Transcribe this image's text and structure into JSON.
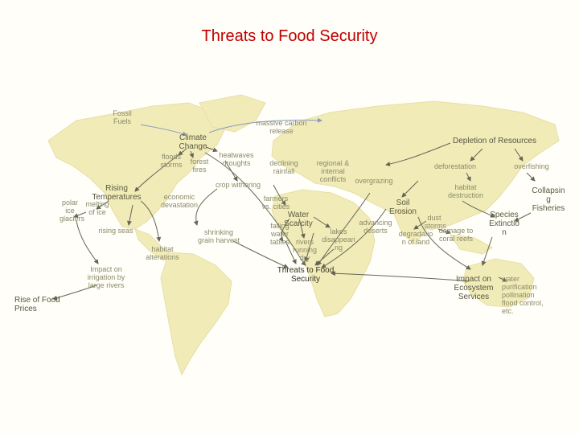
{
  "title": "Threats to Food Security",
  "nodes": {
    "fossil_fuels": "Fossil\nFuels",
    "massive_carbon": "massive carbon\nrelease",
    "climate_change": "Climate\nChange",
    "floods_storms": "floods\nstorms",
    "forest_fires": "forest\nfires",
    "heatwaves": "heatwaves\ndroughts",
    "crop_withering": "crop withering",
    "rising_temps": "Rising\nTemperatures",
    "polar_ice": "polar\nice\nglaciers",
    "melting_ice": "melting\nof ice",
    "rising_seas": "rising seas",
    "economic_devastation": "economic\ndevastation",
    "shrinking_grain": "shrinking\ngrain harvest",
    "habitat_alterations": "habitat\nalterations",
    "impact_irrigation": "Impact on\nirrigation by\nlarge rivers",
    "rise_food_prices": "Rise of Food\nPrices",
    "declining_rainfall": "declining\nrainfall",
    "regional_conflicts": "regional &\ninternal\nconflicts",
    "farmers_cities": "farmers\nvs. cities",
    "water_scarcity": "Water\nScarcity",
    "falling_tables": "falling\nwater\ntables",
    "rivers_running_dry": "rivers\nrunning\ndry",
    "lakes_disappearing": "lakes\ndisappeari\nng",
    "threats_center": "Threats to Food\nSecurity",
    "depletion": "Depletion of Resources",
    "deforestation": "deforestation",
    "overfishing": "overfishing",
    "overgrazing": "overgrazing",
    "habitat_destruction": "habitat\ndestruction",
    "soil_erosion": "Soil\nErosion",
    "advancing_deserts": "advancing\ndeserts",
    "degrading_land": "degradatio\nn of land",
    "dust_storms": "dust\nstorms",
    "damage_coral": "damage to\ncoral reefs",
    "collapsing_fisheries": "Collapsin\ng\nFisheries",
    "species_extinction": "Species\nExtinctio\nn",
    "impact_ecosystem": "Impact on\nEcosystem\nServices",
    "water_purification": "water\npurification\npollination\nflood control,\netc."
  },
  "colors": {
    "title": "#c00000",
    "land": "#f1ebb8",
    "ocean": "#fffef8",
    "arrow": "#666655",
    "carbon_arrow": "#8899bb"
  }
}
